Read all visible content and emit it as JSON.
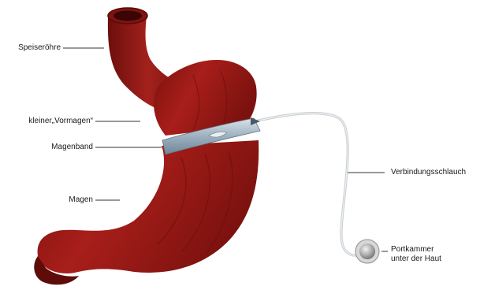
{
  "labels": {
    "speiseroehre": "Speiseröhre",
    "vormagen": "kleiner„Vormagen“",
    "magenband": "Magenband",
    "magen": "Magen",
    "schlauch": "Verbindungsschlauch",
    "port_line1": "Portkammer",
    "port_line2": "unter der Haut"
  },
  "colors": {
    "stomach": "#9e1a17",
    "stomach_dark": "#6e0f0c",
    "band": "#9fb3c2",
    "tube": "#cfd4d8",
    "port": "#a9a9a9"
  }
}
